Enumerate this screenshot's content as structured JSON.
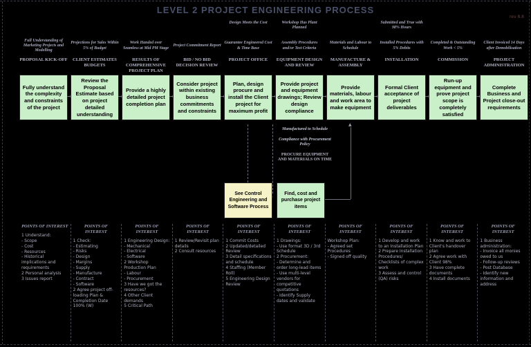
{
  "title": "LEVEL 2 PROJECT ENGINEERING PROCESS",
  "stamp": "rev 8.8",
  "colors": {
    "background": "#000000",
    "process_box": "#c9f0c9",
    "reference_box": "#f7f3c9",
    "box_text": "#000000",
    "header_text": "#a9abbd",
    "phase_text": "#b7b8c8",
    "title_text": "#49516a",
    "connector_line": "#70707e"
  },
  "icons": {
    "flow_arrow": "→",
    "up_arrow": "▲",
    "right_arrow": "→"
  },
  "columns": [
    {
      "pre": "",
      "entry": "Full Understanding of Marketing Projects and Modelling",
      "phase": "PROPOSAL KICK-OFF",
      "box": "Fully understand the complexity and constraints of the project"
    },
    {
      "pre": "",
      "entry": "Projections for Sales Within 5% of Budget",
      "phase": "CLIENT ESTIMATES BUDGETS",
      "box": "Review the Proposal Estimate based on project detailed understanding"
    },
    {
      "pre": "",
      "entry": "Work Handed over Seamless at Mid PM Stage",
      "phase": "RESULTS OF COMPREHENSIVE PROJECT PLAN",
      "box": "Provide a highly detailed project completion plan"
    },
    {
      "pre": "",
      "entry": "Project Commitment Report",
      "phase": "BID / NO BID DECISION REVIEW",
      "box": "Consider project within existing business commitments and constraints"
    },
    {
      "pre": "Design Meets the Cost",
      "entry": "Guarantee Engineered Cost & Time Base",
      "phase": "PROJECT OFFICE",
      "box": "Plan, design procure and install the Client project for maximum profit"
    },
    {
      "pre": "Workshop Has Plant Planned",
      "entry": "Assembly Procedures and/or Test Criteria",
      "phase": "EQUIPMENT DESIGN AND REVIEW",
      "box": "Provide project and equipment drawings; Review design compliance"
    },
    {
      "pre": "",
      "entry": "Materials and Labour to Schedule",
      "phase": "MANUFACTURE & ASSEMBLY",
      "box": "Provide materials, labour and work area to make equipment"
    },
    {
      "pre": "Submitted and True with 98% Hours",
      "entry": "Installed Procedures with 5% Debits",
      "phase": "INSTALLATION",
      "box": "Formal Client acceptance of project deliverables"
    },
    {
      "pre": "",
      "entry": "Completed & Outstanding Work < 5%",
      "phase": "COMMISSION",
      "box": "Run-up equipment and prove project scope is completely satisfied"
    },
    {
      "pre": "",
      "entry": "Client Invoiced 14 Days after Demobilisation",
      "phase": "PROJECT ADMINISTRATION",
      "box": "Complete Business and Project close-out requirements"
    }
  ],
  "middle": {
    "note1": "Manufactured to Schedule",
    "note2": "Compliance with Procurement Policy",
    "note3": "PROCURE EQUIPMENT AND MATERIALS ON TIME",
    "reference_box": "See Control Engineering and Software Process",
    "purchase_box": "Find, cost and purchase project items"
  },
  "bottom": {
    "columns": [
      {
        "header": "POINTS OF INTEREST",
        "items": [
          "1 Understand:",
          "- Scope",
          "- Cost",
          "- Resources",
          "- Historical implications and requirements",
          "2 Personal analysis",
          "3 Issues report"
        ]
      },
      {
        "header": "POINTS OF INTEREST",
        "items": [
          "1 Check:",
          "- Estimating",
          "- Risks",
          "- Design",
          "- Margins",
          "- Supply",
          "- Manufacture",
          "- Contract",
          "- Software",
          "2 Agree project off-loading Plan & Completion Date 100% (W)"
        ]
      },
      {
        "header": "POINTS OF INTEREST",
        "items": [
          "1 Engineering Design:",
          "- Mechanical",
          "- Electrical",
          "- Software",
          "2 Workshop Production Plan",
          "- Labour",
          "- Procurement",
          "3 Have we got the resources?",
          "4 Other Client demands",
          "5 Critical Path"
        ]
      },
      {
        "header": "POINTS OF INTEREST",
        "items": [
          "1 Review/Revisit plan details",
          "2 Consult resources"
        ]
      },
      {
        "header": "POINTS OF INTEREST",
        "items": [
          "1 Commit Costs",
          "2 Updated/detailed Review",
          "3 Detail specifications and schedule",
          "4 Staffing (Member Roll)",
          "5 Engineering Design Review"
        ]
      },
      {
        "header": "POINTS OF INTEREST",
        "items": [
          "1 Drawings:",
          "- Use format 3D / 3rd Schedule",
          "2 Procurement:",
          "- Determine and order long-lead items",
          "- Use multi-level vendors for competitive quotations",
          "- Identify Supply dates and validate"
        ]
      },
      {
        "header": "POINTS OF INTEREST",
        "items": [
          "Workshop Plan:",
          "- Agreed set Procedures",
          "- Signed off quality"
        ]
      },
      {
        "header": "POINTS OF INTEREST",
        "items": [
          "1 Develop and work to an Installation Plan",
          "2 Prepare Installation Procedures/ Checklists of complex work",
          "3 Assess and control (QA) risks"
        ]
      },
      {
        "header": "POINTS OF INTEREST",
        "items": [
          "1 Know and work to Client's handover plan",
          "2 Agree work with Client 98%",
          "3 Have complete documents",
          "4 Install documents"
        ]
      },
      {
        "header": "POINTS OF INTEREST",
        "items": [
          "1 Business administration:",
          "- Invoice all monies owed to us",
          "- Follow-up reviews",
          "- Post Database",
          "- Identify new information and address"
        ]
      }
    ]
  }
}
